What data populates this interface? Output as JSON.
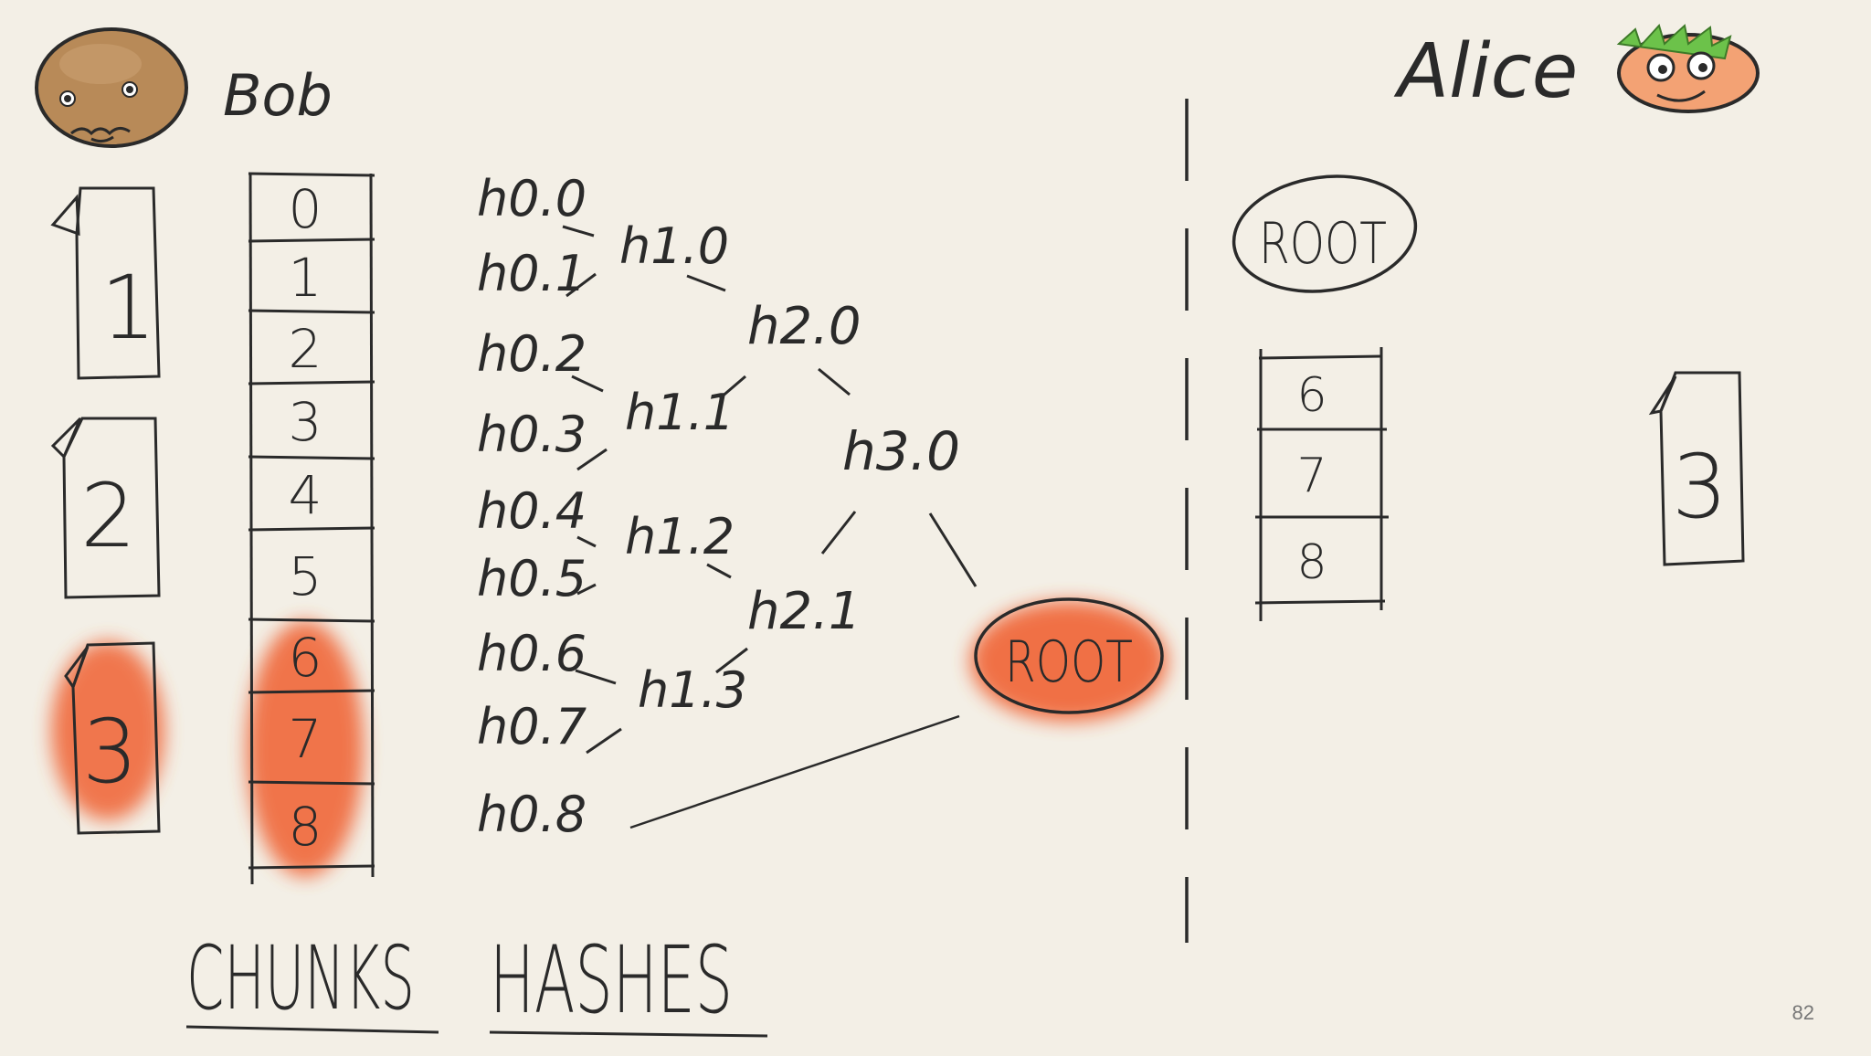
{
  "people": {
    "bob": {
      "name": "Bob"
    },
    "alice": {
      "name": "Alice"
    }
  },
  "files": {
    "bob": [
      "1",
      "2",
      "3"
    ],
    "alice": [
      "3"
    ]
  },
  "chunks": {
    "bob": [
      "0",
      "1",
      "2",
      "3",
      "4",
      "5",
      "6",
      "7",
      "8"
    ],
    "bob_highlighted": [
      "6",
      "7",
      "8"
    ],
    "alice": [
      "6",
      "7",
      "8"
    ]
  },
  "hashes": {
    "level0": [
      "h0.0",
      "h0.1",
      "h0.2",
      "h0.3",
      "h0.4",
      "h0.5",
      "h0.6",
      "h0.7",
      "h0.8"
    ],
    "level1": [
      "h1.0",
      "h1.1",
      "h1.2",
      "h1.3"
    ],
    "level2": [
      "h2.0",
      "h2.1"
    ],
    "level3": [
      "h3.0"
    ],
    "root": "ROOT"
  },
  "alice_root": "ROOT",
  "captions": {
    "chunks": "CHUNKS",
    "hashes": "HASHES"
  },
  "slide_number": "82",
  "colors": {
    "background": "#f3efe6",
    "ink": "#2a2a2a",
    "highlight": "#f06a3c"
  }
}
